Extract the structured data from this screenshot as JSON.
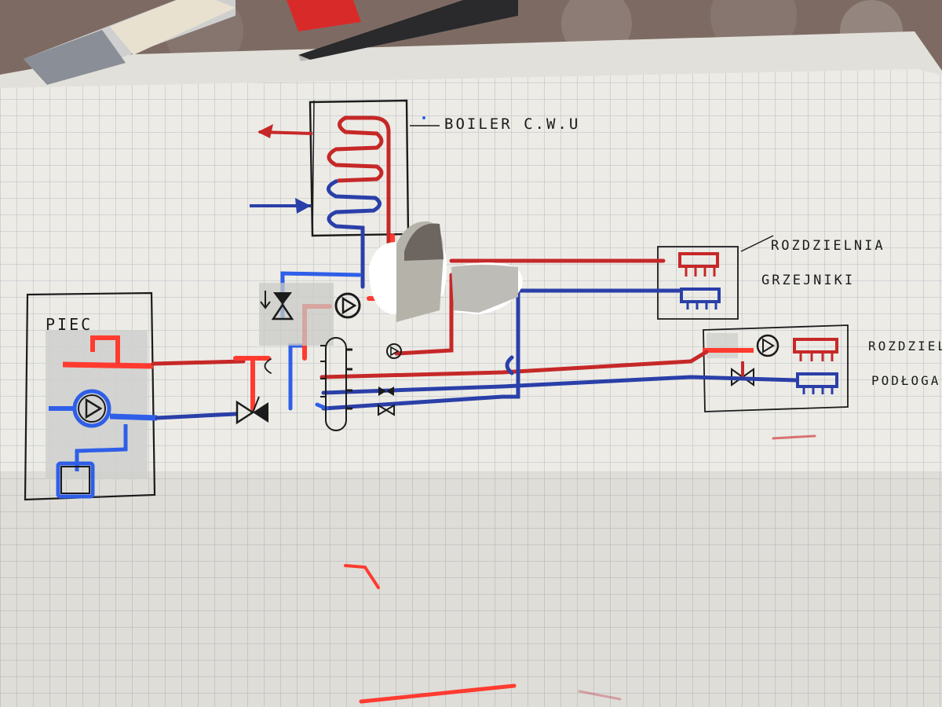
{
  "labels": {
    "boiler": "BOILER C.W.U",
    "furnace": "PIEC",
    "radiators_line1": "ROZDZIELNIA",
    "radiators_line2": "GRZEJNIKI",
    "floor_line1": "ROZDZIELNIA",
    "floor_line2": "PODŁOGA"
  },
  "colors": {
    "supply_pipe": "#e0302a",
    "return_pipe": "#2a3fa8",
    "bright_red": "#ff3b30",
    "bright_blue": "#2f5fe8",
    "ink": "#1b1b1b",
    "paper": "#ecebe6",
    "grid": "#b9bcc4"
  },
  "icons": [
    "pump-icon",
    "three-way-valve-icon",
    "ball-valve-icon",
    "manifold-icon",
    "coil-icon",
    "pen",
    "pencil"
  ]
}
